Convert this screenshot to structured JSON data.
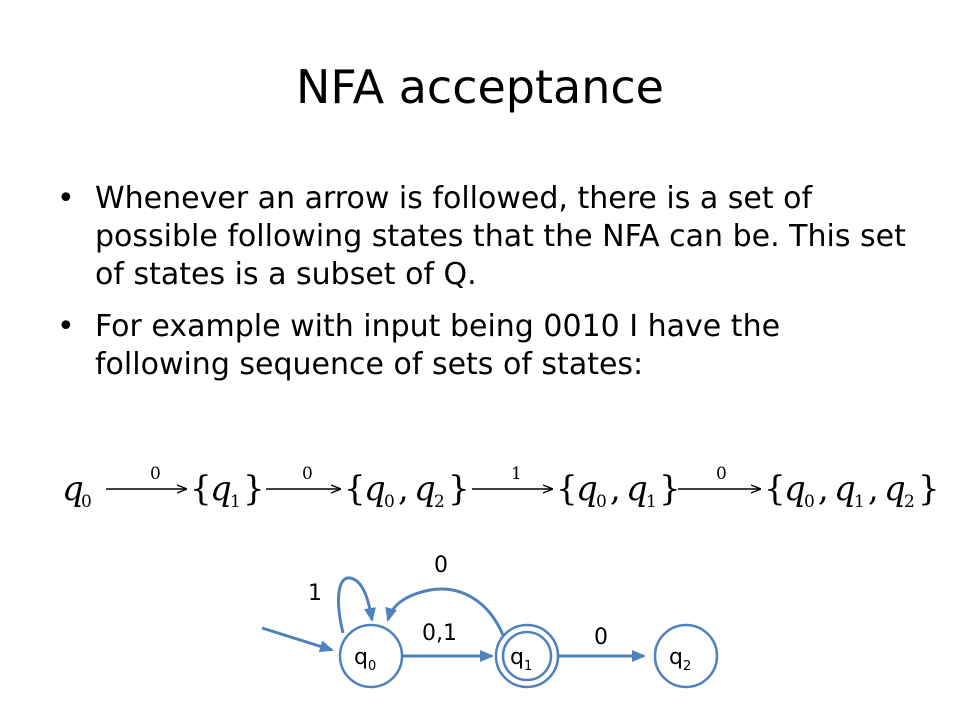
{
  "slide": {
    "title": "NFA acceptance",
    "bullets": [
      "Whenever an arrow is followed, there is a set of possible following states that the NFA can be. This set of states is a subset of Q.",
      "For example with input being 0010 I have the following sequence of sets of states:"
    ],
    "bullet_symbol": "•"
  },
  "formula": {
    "start_state": "q",
    "start_sub": "0",
    "transitions": [
      {
        "symbol": "0",
        "set": [
          {
            "base": "q",
            "sub": "1"
          }
        ]
      },
      {
        "symbol": "0",
        "set": [
          {
            "base": "q",
            "sub": "0"
          },
          {
            "base": "q",
            "sub": "2"
          }
        ]
      },
      {
        "symbol": "1",
        "set": [
          {
            "base": "q",
            "sub": "0"
          },
          {
            "base": "q",
            "sub": "1"
          }
        ]
      },
      {
        "symbol": "0",
        "set": [
          {
            "base": "q",
            "sub": "0"
          },
          {
            "base": "q",
            "sub": "1"
          },
          {
            "base": "q",
            "sub": "2"
          }
        ]
      }
    ]
  },
  "automaton": {
    "states": [
      {
        "id": "q0",
        "base": "q",
        "sub": "0",
        "accepting": false,
        "initial": true
      },
      {
        "id": "q1",
        "base": "q",
        "sub": "1",
        "accepting": true,
        "initial": false
      },
      {
        "id": "q2",
        "base": "q",
        "sub": "2",
        "accepting": false,
        "initial": false
      }
    ],
    "edges": [
      {
        "from": "q0",
        "to": "q0",
        "label": "1"
      },
      {
        "from": "q0",
        "to": "q1",
        "label": "0,1"
      },
      {
        "from": "q1",
        "to": "q0",
        "label": "0"
      },
      {
        "from": "q1",
        "to": "q2",
        "label": "0"
      }
    ],
    "colors": {
      "state_fill": "#ffffff",
      "state_stroke": "#4f81bd",
      "edge": "#4f81bd",
      "state_text": "#000000"
    }
  }
}
